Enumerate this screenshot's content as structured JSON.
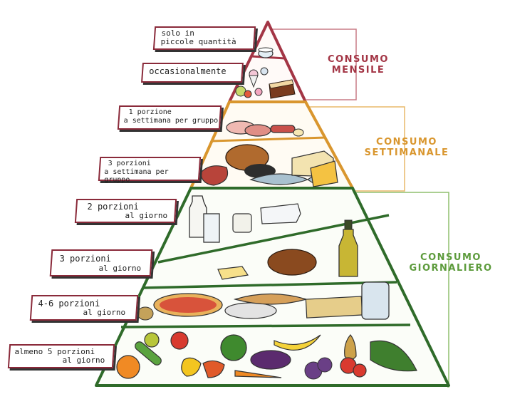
{
  "colors": {
    "monthly": "#a33545",
    "weekly": "#d9962e",
    "daily": "#5d9b3c",
    "pyramid_fill": "#fafaf5",
    "label_border": "#8a2a3a"
  },
  "levels": [
    {
      "label": [
        "solo in",
        "piccole quantità"
      ],
      "group": "monthly",
      "foods": [
        "sugar-bowl"
      ]
    },
    {
      "label": [
        "occasionalmente"
      ],
      "group": "monthly",
      "foods": [
        "cake",
        "ice-cream",
        "candies",
        "sweets"
      ]
    },
    {
      "label": [
        "1 porzione",
        "a settimana per gruppo"
      ],
      "group": "weekly",
      "foods": [
        "cold-cuts",
        "sausages",
        "egg"
      ]
    },
    {
      "label": [
        "3 porzioni",
        "a settimana per gruppo"
      ],
      "group": "weekly",
      "foods": [
        "chicken",
        "steak",
        "fish",
        "cheese",
        "legumes"
      ]
    },
    {
      "label": [
        "2 porzioni",
        "al giorno"
      ],
      "group": "daily",
      "foods": [
        "milk-bottle",
        "milk-glass",
        "yogurt"
      ]
    },
    {
      "label": [
        "3 porzioni",
        "al giorno"
      ],
      "group": "daily",
      "foods": [
        "butter",
        "nuts",
        "olive-oil"
      ]
    },
    {
      "label": [
        "4-6 porzioni",
        "al giorno"
      ],
      "group": "daily",
      "foods": [
        "potatoes",
        "pizza",
        "pasta",
        "bread",
        "spaghetti",
        "biscuits-jar"
      ]
    },
    {
      "label": [
        "almeno 5 porzioni",
        "al giorno"
      ],
      "group": "daily",
      "foods": [
        "orange",
        "cucumber",
        "apple",
        "broccoli",
        "bananas",
        "eggplant",
        "pear",
        "grapes",
        "carrot",
        "tomatoes",
        "spinach",
        "peppers"
      ]
    }
  ],
  "consumption": {
    "monthly": [
      "CONSUMO",
      "MENSILE"
    ],
    "weekly": [
      "CONSUMO",
      "SETTIMANALE"
    ],
    "daily": [
      "CONSUMO",
      "GIORNALIERO"
    ]
  }
}
